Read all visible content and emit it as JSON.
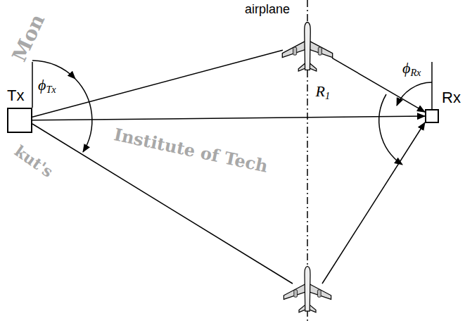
{
  "diagram": {
    "nodes": [
      {
        "text": [
          "airplane"
        ]
      },
      {
        "text": [
          "Tx"
        ]
      },
      {
        "text": [
          "Rx"
        ]
      }
    ],
    "edges": [
      {
        "from": 1,
        "to": 0,
        "arrow": "none"
      },
      {
        "from": 0,
        "to": 2,
        "arrow": "to"
      },
      {
        "from": 1,
        "to": 2,
        "arrow": "to",
        "label": "R1"
      }
    ],
    "labels": [
      "ϕTx",
      "ϕRx",
      "Mon",
      "kut's",
      "Institute of Tech"
    ]
  }
}
